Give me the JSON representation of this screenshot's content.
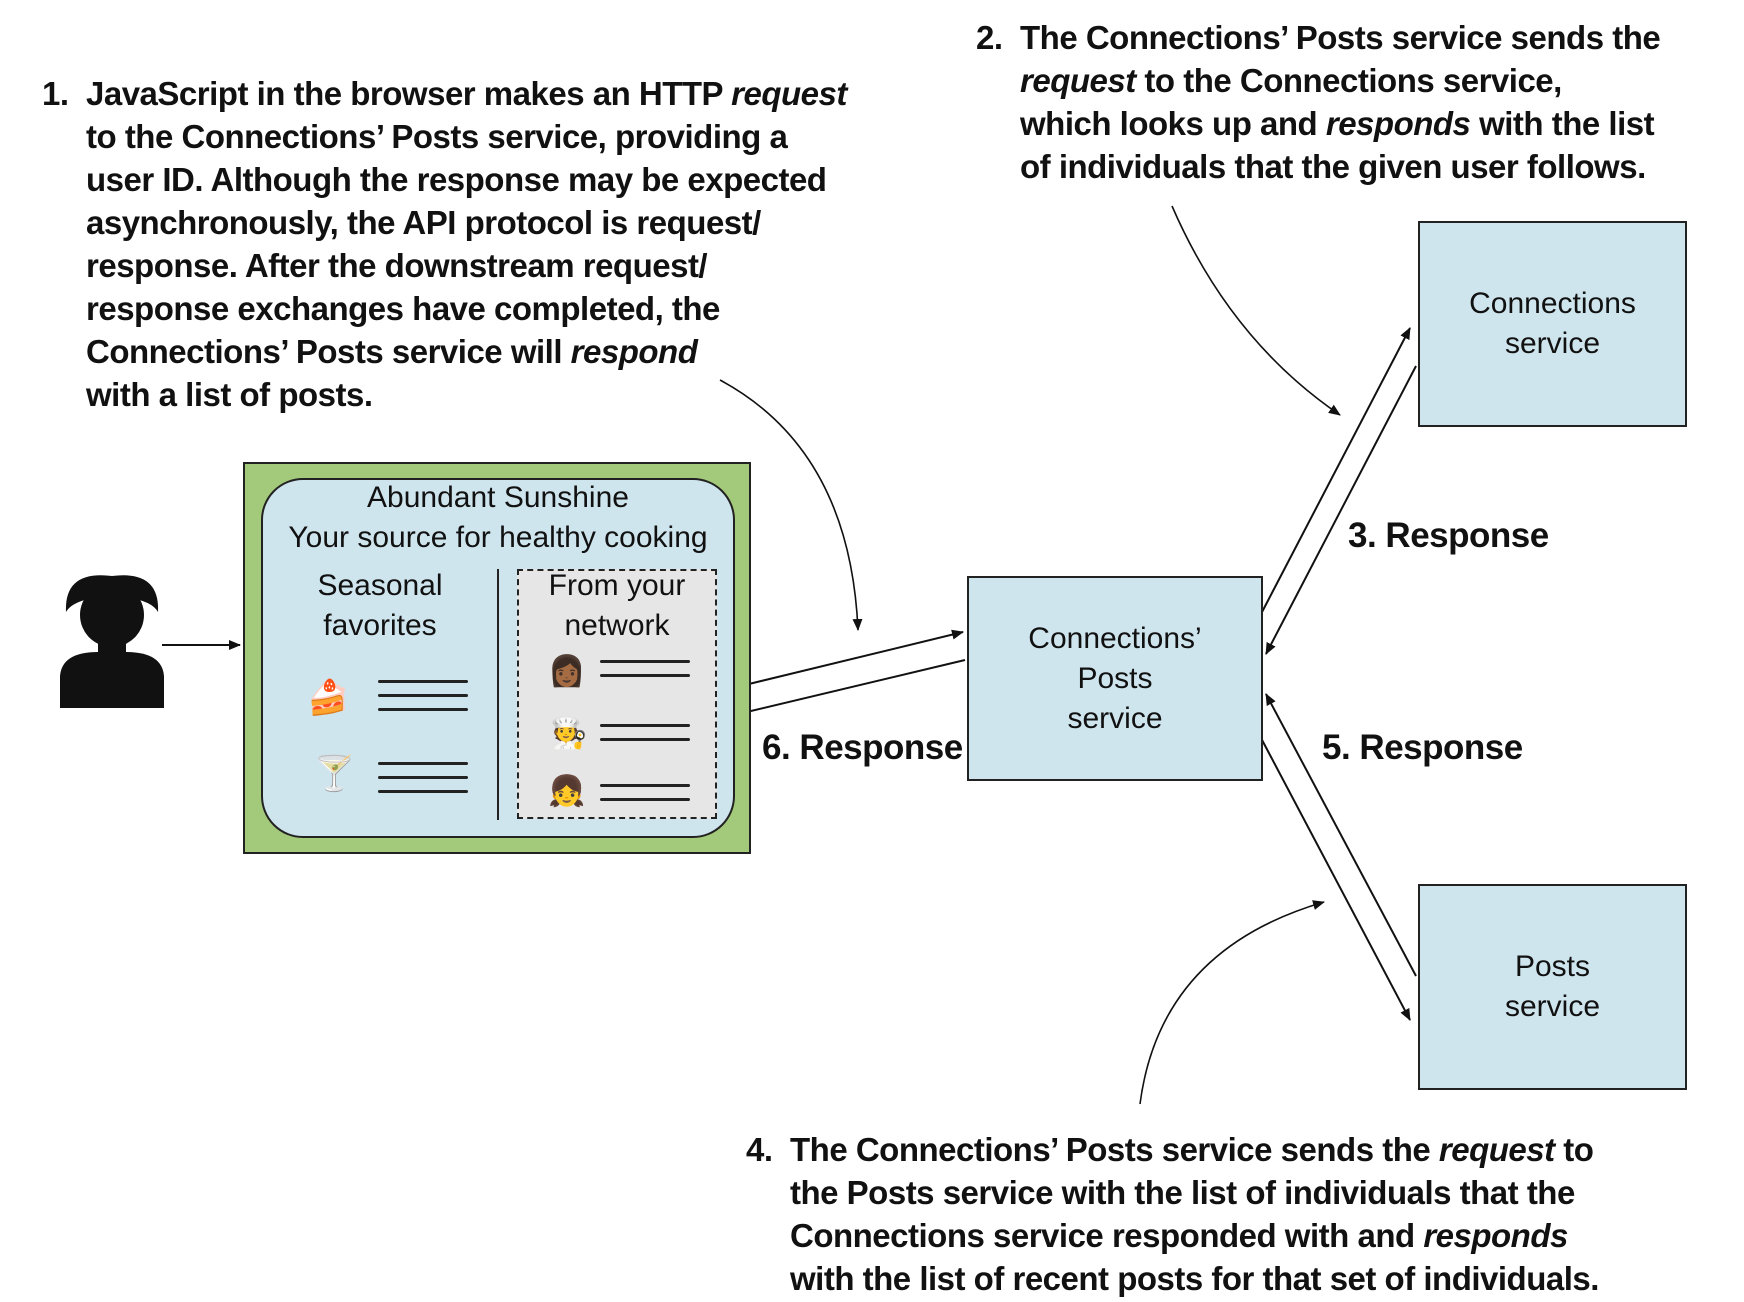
{
  "notes": {
    "step1": {
      "number": "1.",
      "lines": [
        [
          "JavaScript in the browser makes an HTTP ",
          "request"
        ],
        [
          "to the Connections’ Posts service, providing a"
        ],
        [
          "user ID. Although the response may be expected"
        ],
        [
          "asynchronously, the API protocol is request/"
        ],
        [
          "response. After the downstream request/"
        ],
        [
          "response exchanges have completed, the"
        ],
        [
          "Connections’ Posts service will ",
          "respond"
        ],
        [
          "with a list of posts."
        ]
      ]
    },
    "step2": {
      "number": "2.",
      "lines": [
        [
          "The Connections’ Posts service sends the"
        ],
        [
          "",
          "request",
          " to the Connections service,"
        ],
        [
          "which looks up and ",
          "responds",
          " with the list"
        ],
        [
          "of individuals that the given user follows."
        ]
      ]
    },
    "step4": {
      "number": "4.",
      "lines": [
        [
          "The Connections’ Posts service sends the ",
          "request",
          " to"
        ],
        [
          "the Posts service with the list of individuals that the"
        ],
        [
          "Connections service responded with and ",
          "responds"
        ],
        [
          "with the list of recent posts for that set of individuals."
        ]
      ]
    }
  },
  "services": {
    "connections": [
      "Connections",
      "service"
    ],
    "connections_posts": [
      "Connections’",
      "Posts",
      "service"
    ],
    "posts": [
      "Posts",
      "service"
    ]
  },
  "responses": {
    "r3": "3. Response",
    "r5": "5. Response",
    "r6": "6. Response"
  },
  "browser": {
    "title": "Abundant Sunshine",
    "tagline": "Your source for healthy cooking",
    "left_column": [
      "Seasonal",
      "favorites"
    ],
    "right_column": [
      "From your",
      "network"
    ]
  },
  "icons": {
    "user": "user-silhouette-icon",
    "cake": "cake-icon",
    "cocktail": "cocktail-icon",
    "friend1": "person-curly-hair-icon",
    "friend2": "chef-icon",
    "friend3": "person-ponytail-icon"
  },
  "colors": {
    "service_fill": "#cfe5ee",
    "browser_frame": "#a3c97a",
    "network_panel": "#e6e6e6"
  }
}
